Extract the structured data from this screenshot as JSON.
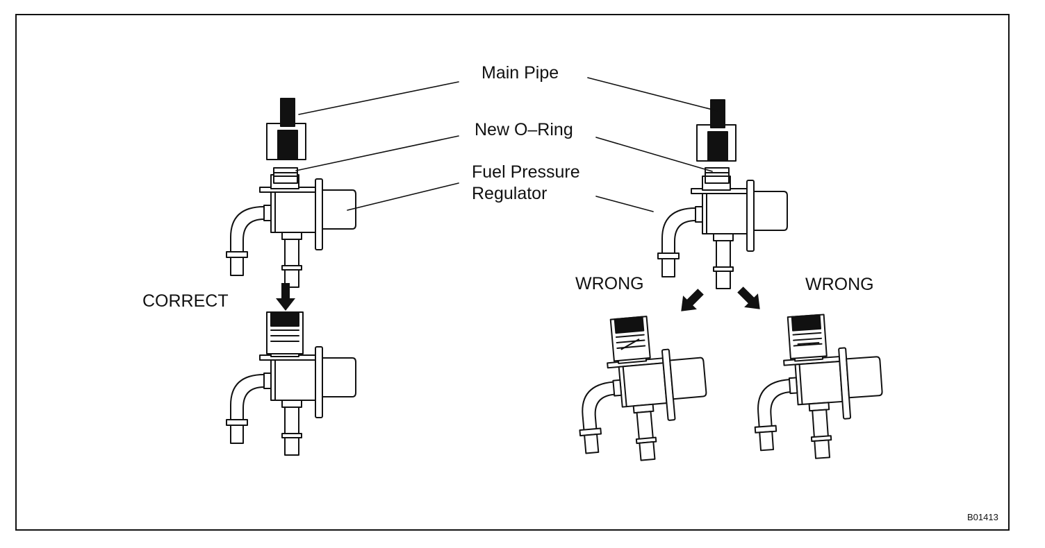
{
  "labels": {
    "main_pipe": "Main Pipe",
    "new_o_ring": "New O–Ring",
    "fuel_pressure_regulator_line1": "Fuel Pressure",
    "fuel_pressure_regulator_line2": "Regulator",
    "correct": "CORRECT",
    "wrong_left": "WRONG",
    "wrong_right": "WRONG",
    "figure_code": "B01413"
  },
  "colors": {
    "ink": "#111111",
    "paper": "#ffffff"
  }
}
